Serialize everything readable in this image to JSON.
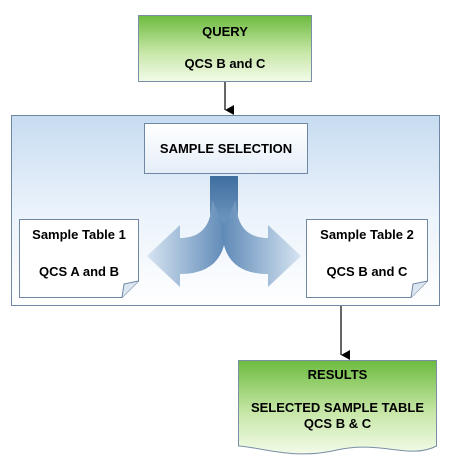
{
  "query": {
    "title": "QUERY",
    "subtitle": "QCS B and C"
  },
  "selection": {
    "title": "SAMPLE SELECTION"
  },
  "table1": {
    "title": "Sample Table 1",
    "subtitle": "QCS A and B"
  },
  "table2": {
    "title": "Sample Table 2",
    "subtitle": "QCS B and C"
  },
  "results": {
    "title": "RESULTS",
    "line1": "SELECTED SAMPLE TABLE",
    "line2": "QCS B & C"
  },
  "colors": {
    "green_top": "#6dbb3f",
    "green_bottom": "#f3fbe9",
    "panel_top": "#c7dcf1",
    "panel_bottom": "#ffffff",
    "arrow_dark": "#4a77a8",
    "arrow_light": "#d6e4f2",
    "border": "#6f87a3"
  }
}
